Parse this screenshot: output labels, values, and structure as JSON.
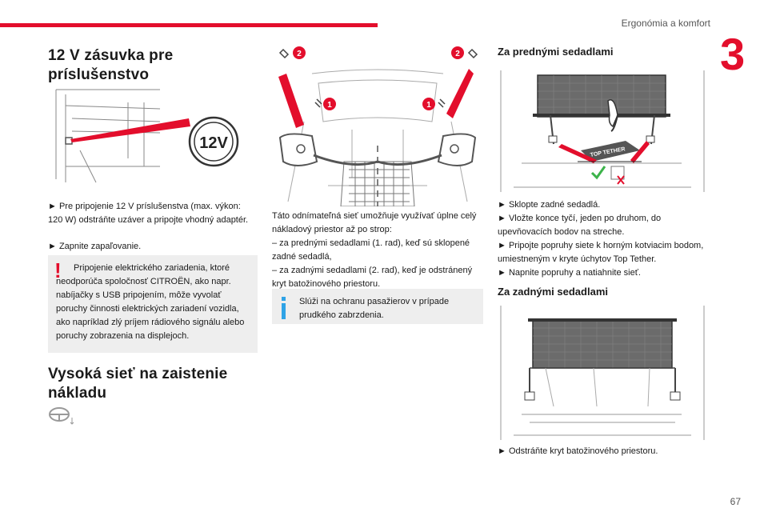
{
  "header": {
    "section_title": "Ergonómia a komfort",
    "chapter_number": "3",
    "page_number": "67",
    "accent_color": "#e30e2c",
    "info_color": "#2fa3e6"
  },
  "socket": {
    "title_line1": "12 V zásuvka pre",
    "title_line2": "príslušenstvo",
    "socket_label": "12V",
    "steps": [
      "► Pre pripojenie 12 V príslušenstva (max. výkon: 120 W) odstráňte uzáver a pripojte vhodný adaptér.",
      "► Zapnite zapaľovanie."
    ],
    "warning": "Pripojenie elektrického zariadenia, ktoré neodporúča spoločnosť CITROËN, ako napr. nabíjačky s USB pripojením, môže vyvolať poruchy činnosti elektrických zariadení vozidla, ako napríklad zlý príjem rádiového signálu alebo poruchy zobrazenia na displejoch."
  },
  "net": {
    "title_line1": "Vysoká sieť na zaistenie",
    "title_line2": "nákladu",
    "callout_1": "1",
    "callout_2": "2",
    "description": [
      "Táto odnímateľná sieť umožňuje využívať úplne celý nákladový priestor až po strop:",
      "– za prednými sedadlami (1. rad), keď sú sklopené zadné sedadlá,",
      "– za zadnými sedadlami (2. rad), keď je odstránený kryt batožinového priestoru."
    ],
    "info": "Slúži na ochranu pasažierov v prípade prudkého zabrzdenia."
  },
  "front": {
    "title": "Za prednými sedadlami",
    "tether_label": "TOP TETHER",
    "steps": [
      "► Sklopte zadné sedadlá.",
      "► Vložte konce tyčí, jeden po druhom, do upevňovacích bodov na streche.",
      "► Pripojte popruhy siete k horným kotviacim bodom, umiestneným v kryte úchytov Top Tether.",
      "► Napnite popruhy a natiahnite sieť."
    ]
  },
  "rear": {
    "title": "Za zadnými sedadlami",
    "steps": [
      "► Odstráňte kryt batožinového priestoru."
    ]
  }
}
